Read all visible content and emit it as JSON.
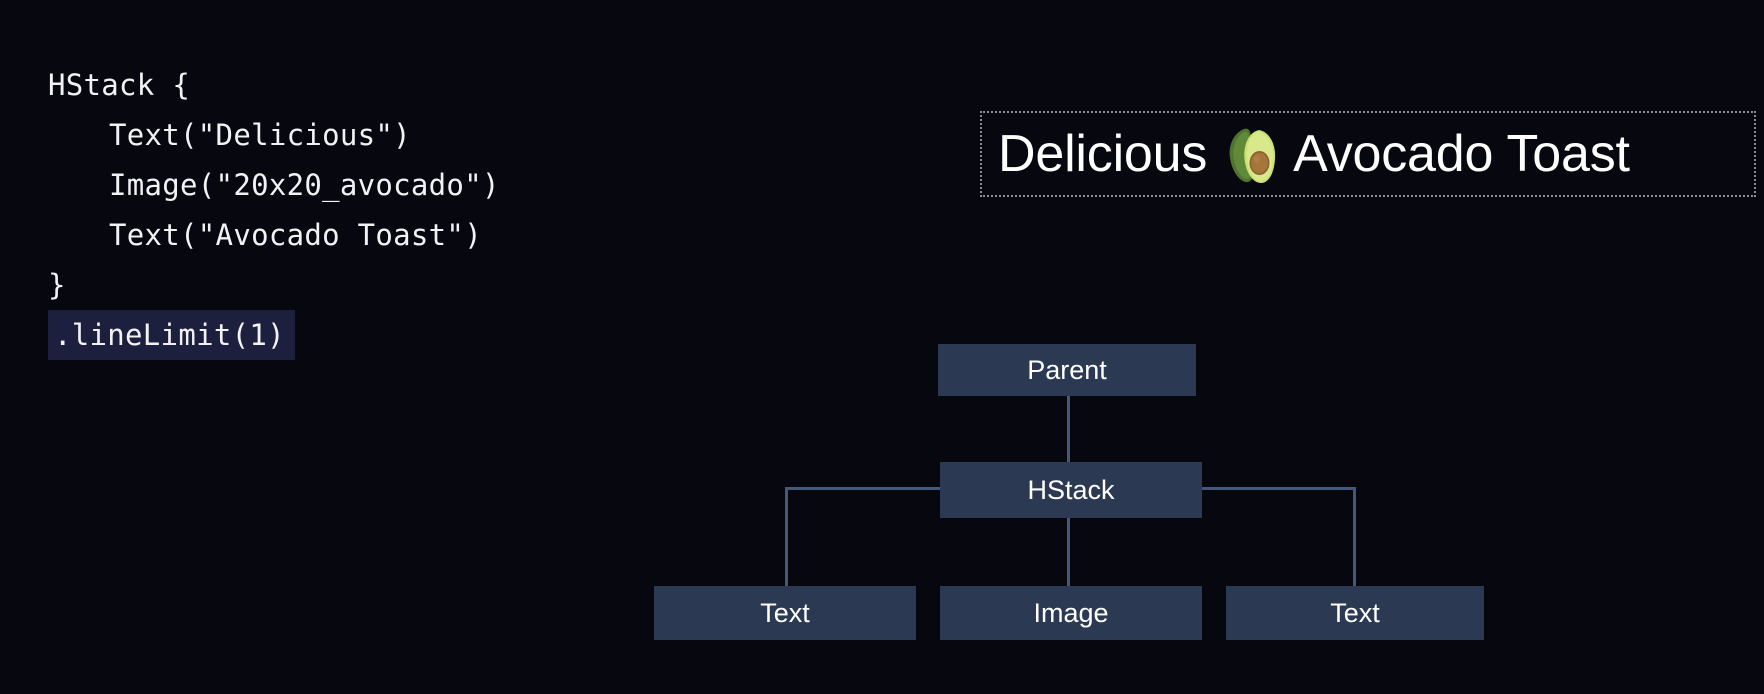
{
  "background_color": "#07070f",
  "code_panel": {
    "name": "swiftui-code-snippet",
    "lines": [
      {
        "text": "HStack {",
        "indent": false,
        "highlighted": false
      },
      {
        "text": "Text(\"Delicious\")",
        "indent": true,
        "highlighted": false
      },
      {
        "text": "Image(\"20x20_avocado\")",
        "indent": true,
        "highlighted": false
      },
      {
        "text": "Text(\"Avocado Toast\")",
        "indent": true,
        "highlighted": false
      },
      {
        "text": "}",
        "indent": false,
        "highlighted": false
      },
      {
        "text": ".lineLimit(1)",
        "indent": false,
        "highlighted": true
      }
    ],
    "text_color": "#f2f2f4",
    "highlight_color": "#1d1f3e"
  },
  "preview": {
    "name": "rendered-hstack-preview",
    "border_style": "dotted",
    "border_color": "#8d8d99",
    "leading_text": "Delicious",
    "emoji_name": "avocado-emoji",
    "emoji_char": "🥑",
    "trailing_text": "Avocado Toast",
    "text_color": "#ffffff"
  },
  "tree": {
    "name": "view-hierarchy-tree",
    "node_fill": "#2b3a52",
    "connector_color": "#44587a",
    "nodes": {
      "parent": "Parent",
      "hstack": "HStack",
      "text_left": "Text",
      "image": "Image",
      "text_right": "Text"
    },
    "edges": [
      {
        "from": "Parent",
        "to": "HStack"
      },
      {
        "from": "HStack",
        "to": "Text"
      },
      {
        "from": "HStack",
        "to": "Image"
      },
      {
        "from": "HStack",
        "to": "Text"
      }
    ]
  }
}
